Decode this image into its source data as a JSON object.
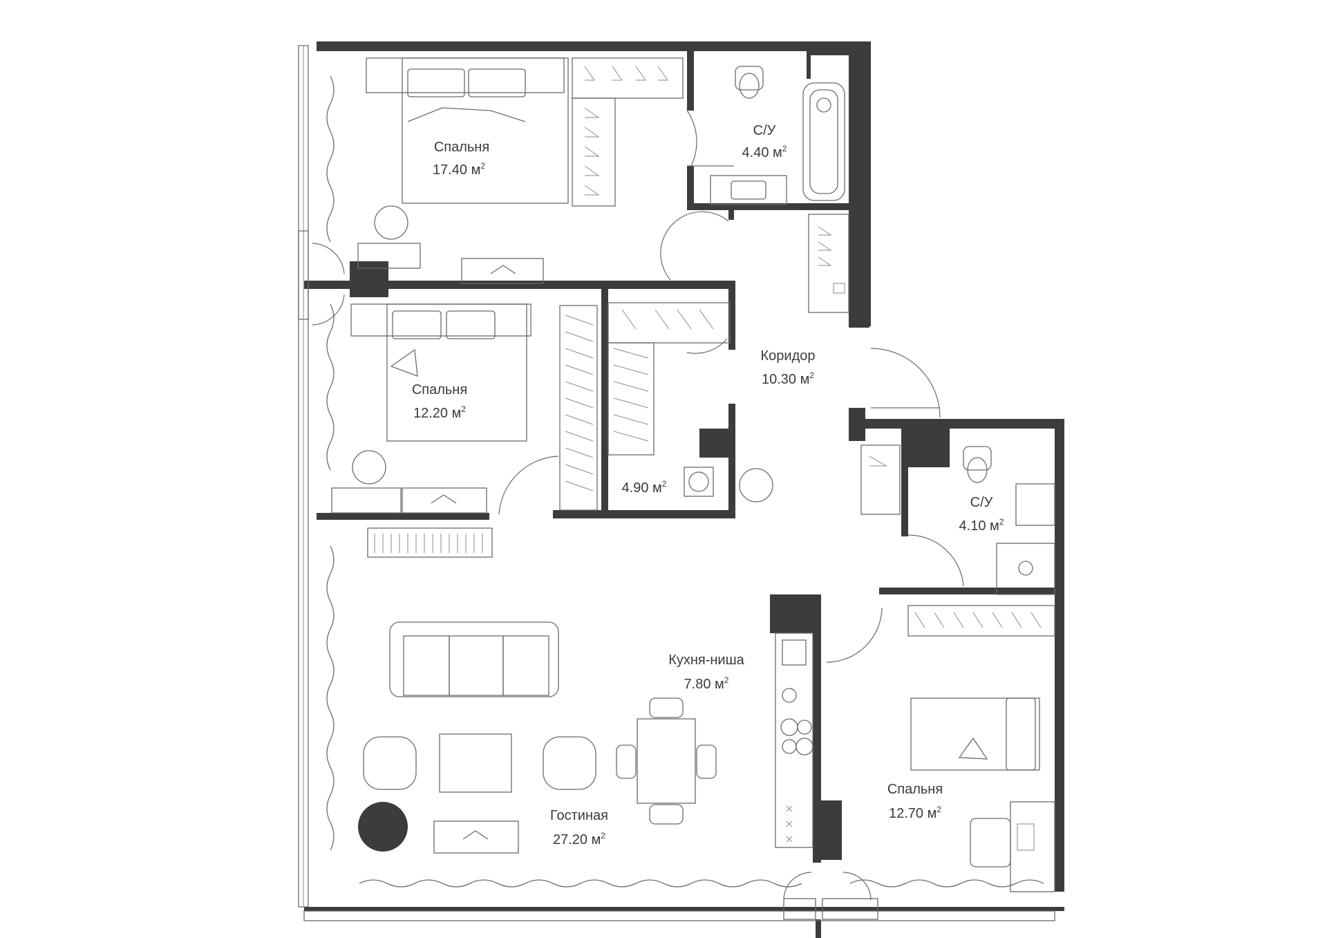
{
  "rooms": [
    {
      "id": "bedroom-1",
      "name": "Спальня",
      "area": "17.40 м",
      "unit_sup": "2"
    },
    {
      "id": "bathroom-1",
      "name": "С/У",
      "area": "4.40 м",
      "unit_sup": "2"
    },
    {
      "id": "bedroom-2",
      "name": "Спальня",
      "area": "12.20 м",
      "unit_sup": "2"
    },
    {
      "id": "corridor",
      "name": "Коридор",
      "area": "10.30 м",
      "unit_sup": "2"
    },
    {
      "id": "wardrobe",
      "name": "",
      "area": "4.90 м",
      "unit_sup": "2"
    },
    {
      "id": "bathroom-2",
      "name": "С/У",
      "area": "4.10 м",
      "unit_sup": "2"
    },
    {
      "id": "kitchen",
      "name": "Кухня-ниша",
      "area": "7.80 м",
      "unit_sup": "2"
    },
    {
      "id": "living",
      "name": "Гостиная",
      "area": "27.20 м",
      "unit_sup": "2"
    },
    {
      "id": "bedroom-3",
      "name": "Спальня",
      "area": "12.70 м",
      "unit_sup": "2"
    }
  ],
  "colors": {
    "wall": "#3c3c3e",
    "line": "#6a6a6a",
    "background": "#ffffff"
  }
}
